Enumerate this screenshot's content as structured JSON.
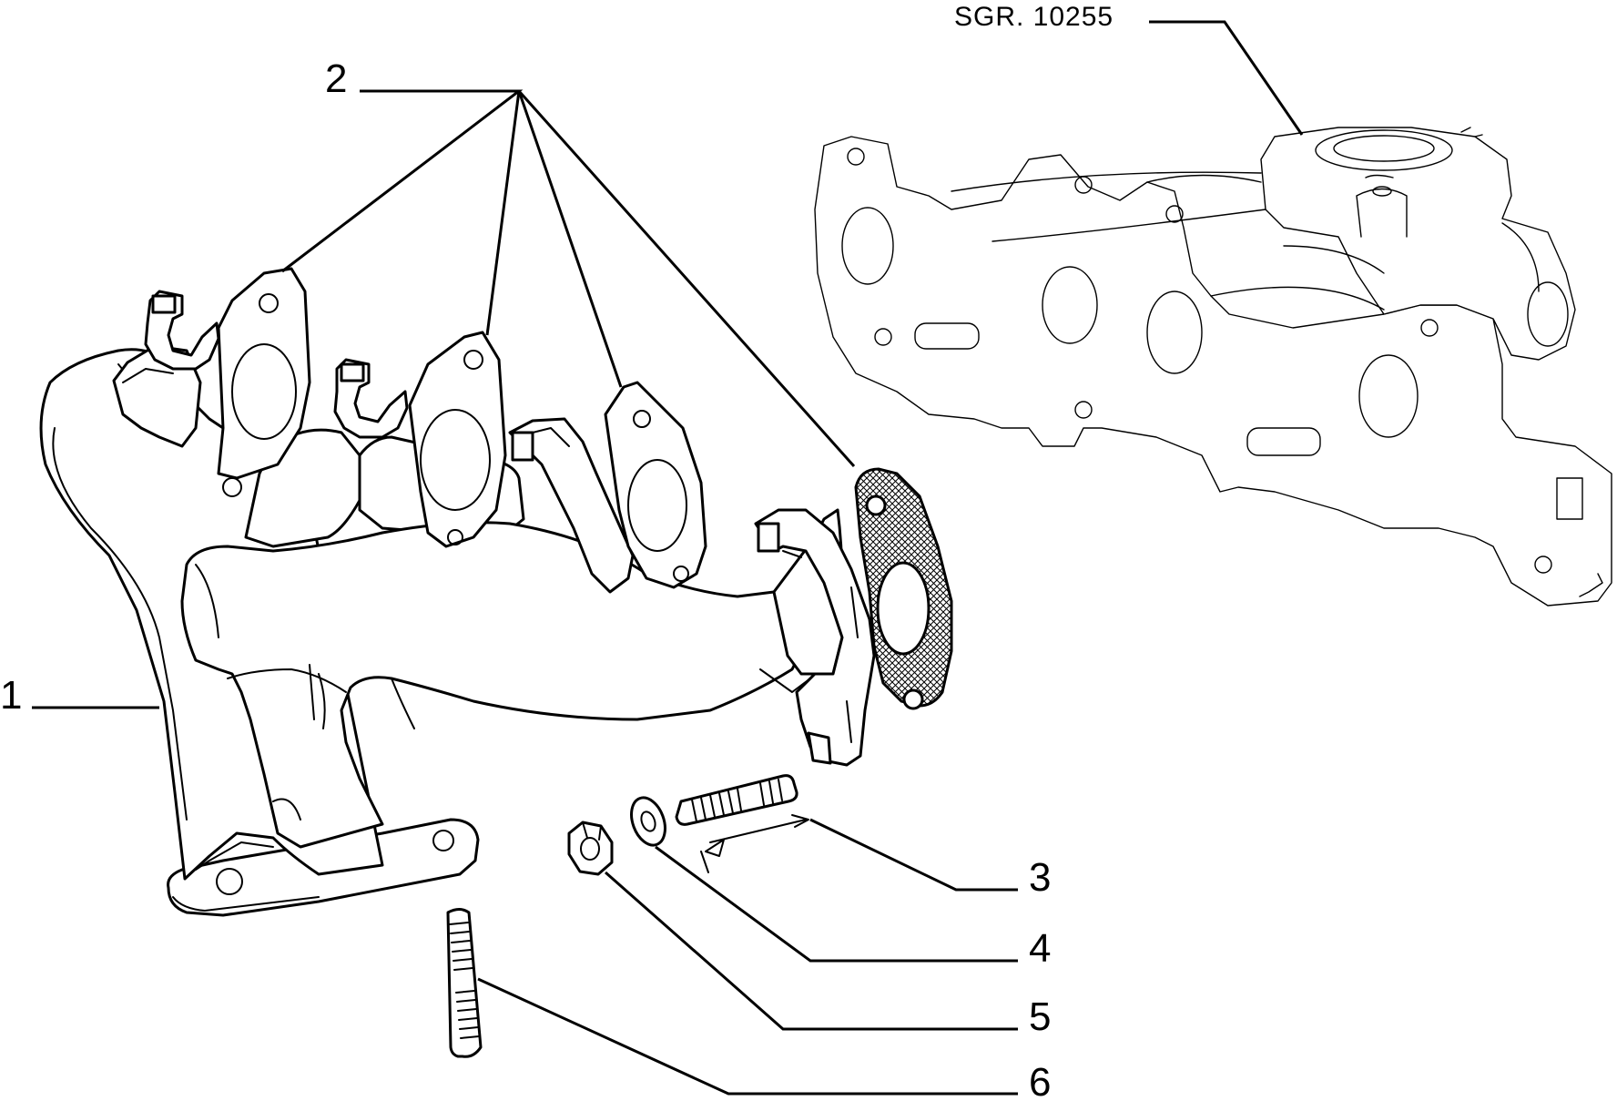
{
  "callouts": [
    {
      "id": "1",
      "label": "1"
    },
    {
      "id": "2",
      "label": "2"
    },
    {
      "id": "3",
      "label": "3"
    },
    {
      "id": "4",
      "label": "4"
    },
    {
      "id": "5",
      "label": "5"
    },
    {
      "id": "6",
      "label": "6"
    }
  ],
  "reference": {
    "label": "SGR. 10255"
  }
}
